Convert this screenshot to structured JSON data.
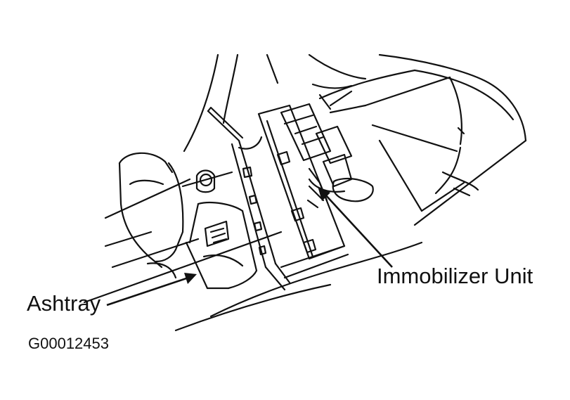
{
  "labels": {
    "ashtray": "Ashtray",
    "immobilizer": "Immobilizer Unit"
  },
  "figure_id": "G00012453",
  "colors": {
    "line": "#111111",
    "background": "#ffffff"
  }
}
